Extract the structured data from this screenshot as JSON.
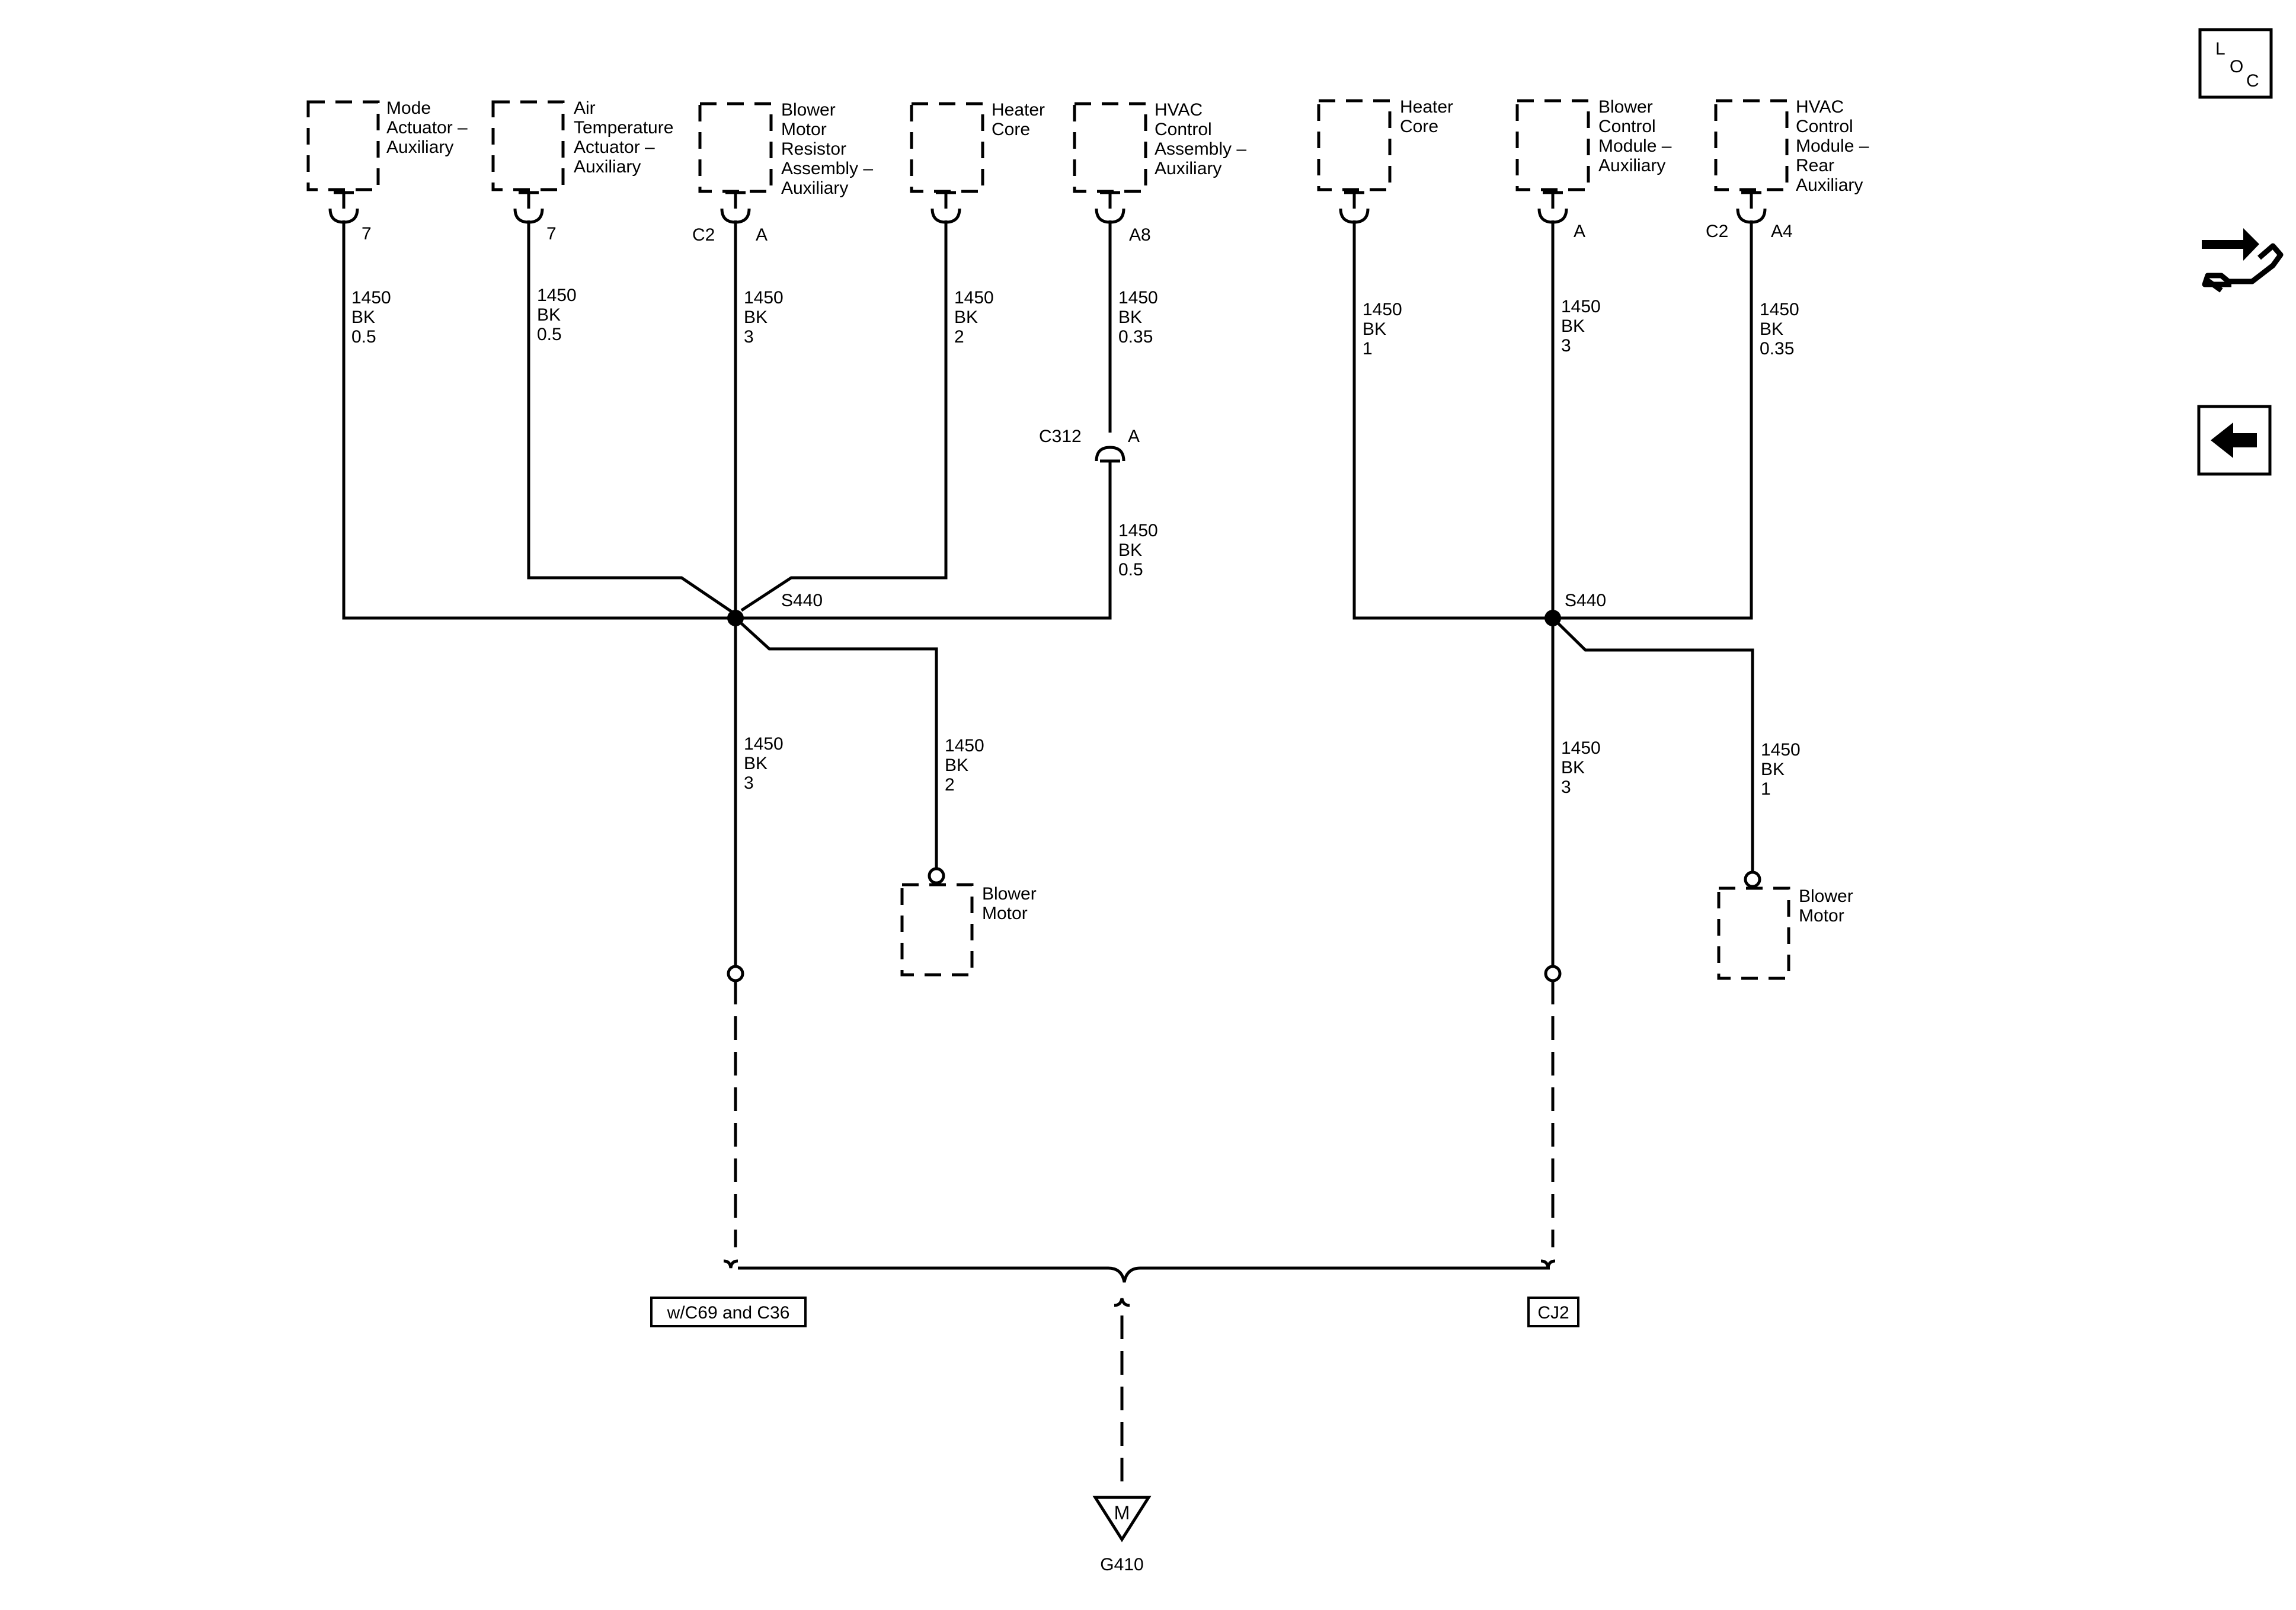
{
  "components": {
    "mode_actuator": [
      "Mode",
      "Actuator –",
      "Auxiliary"
    ],
    "air_temp_actuator": [
      "Air",
      "Temperature",
      "Actuator –",
      "Auxiliary"
    ],
    "blower_resistor": [
      "Blower",
      "Motor",
      "Resistor",
      "Assembly –",
      "Auxiliary"
    ],
    "heater_core_left": [
      "Heater",
      "Core"
    ],
    "hvac_control_assembly": [
      "HVAC",
      "Control",
      "Assembly –",
      "Auxiliary"
    ],
    "heater_core_right": [
      "Heater",
      "Core"
    ],
    "blower_control_module": [
      "Blower",
      "Control",
      "Module –",
      "Auxiliary"
    ],
    "hvac_control_module_rear": [
      "HVAC",
      "Control",
      "Module –",
      "Rear",
      "Auxiliary"
    ],
    "blower_motor_left": [
      "Blower",
      "Motor"
    ],
    "blower_motor_right": [
      "Blower",
      "Motor"
    ]
  },
  "pins": {
    "mode_actuator": "7",
    "air_temp_actuator": "7",
    "blower_resistor_connector": "C2",
    "blower_resistor_pin": "A",
    "hvac_control_assembly": "A8",
    "blower_control_module": "A",
    "hvac_rear_connector": "C2",
    "hvac_rear_pin": "A4"
  },
  "wires": {
    "w_mode": [
      "1450",
      "BK",
      "0.5"
    ],
    "w_air": [
      "1450",
      "BK",
      "0.5"
    ],
    "w_resistor": [
      "1450",
      "BK",
      "3"
    ],
    "w_heater_left": [
      "1450",
      "BK",
      "2"
    ],
    "w_hvac_upper": [
      "1450",
      "BK",
      "0.35"
    ],
    "w_hvac_lower": [
      "1450",
      "BK",
      "0.5"
    ],
    "w_left_ground": [
      "1450",
      "BK",
      "3"
    ],
    "w_left_blower": [
      "1450",
      "BK",
      "2"
    ],
    "w_heater_right": [
      "1450",
      "BK",
      "1"
    ],
    "w_blower_module": [
      "1450",
      "BK",
      "3"
    ],
    "w_hvac_rear": [
      "1450",
      "BK",
      "0.35"
    ],
    "w_right_ground": [
      "1450",
      "BK",
      "3"
    ],
    "w_right_blower": [
      "1450",
      "BK",
      "1"
    ]
  },
  "inline_connector": {
    "name": "C312",
    "pin": "A"
  },
  "splices": {
    "left": "S440",
    "right": "S440"
  },
  "options": {
    "left": "w/C69 and C36",
    "right": "CJ2"
  },
  "ground": {
    "symbol": "M",
    "name": "G410"
  },
  "side_icons": {
    "locator": {
      "icon": "locator-icon",
      "letters": [
        "L",
        "O",
        "C"
      ]
    },
    "connector_info": {
      "icon": "connector-hand-icon"
    },
    "back": {
      "icon": "back-arrow-icon"
    }
  }
}
